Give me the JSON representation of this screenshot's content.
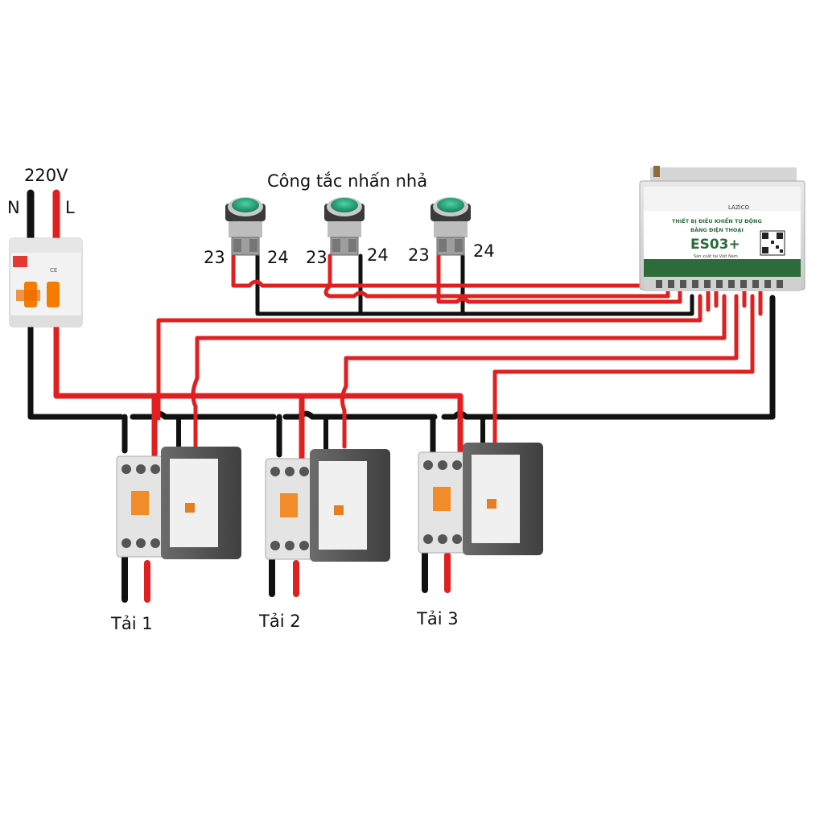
{
  "title": "Công tắc nhấn nhả",
  "supply": {
    "voltage": "220V",
    "neutral": "N",
    "live": "L"
  },
  "buttons": [
    {
      "t_left": "23",
      "t_right": "24"
    },
    {
      "t_left": "23",
      "t_right": "24"
    },
    {
      "t_left": "23",
      "t_right": "24"
    }
  ],
  "loads": [
    "Tải 1",
    "Tải 2",
    "Tải 3"
  ],
  "controller": {
    "brand": "LAZICO",
    "line1": "THIẾT BỊ ĐIỀU KHIỂN TỰ ĐỘNG",
    "line2": "BẰNG ĐIỆN THOẠI",
    "model": "ES03+",
    "made_in": "Sản xuất tại Việt Nam"
  },
  "colors": {
    "live": "#e02020",
    "neutral": "#111111",
    "controller_green": "#2e6b3a"
  }
}
